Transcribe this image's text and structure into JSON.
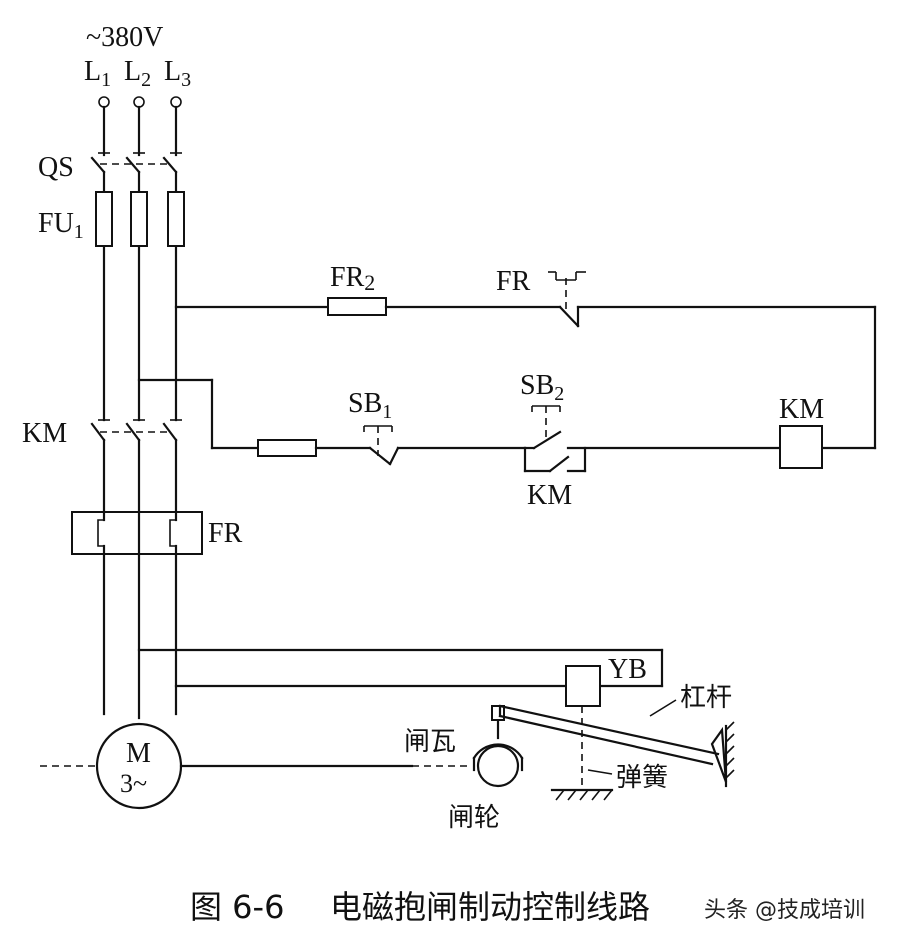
{
  "supply": {
    "voltage": "~380V",
    "phases": [
      "L",
      "L",
      "L"
    ],
    "subs": [
      "1",
      "2",
      "3"
    ]
  },
  "components": {
    "qs": "QS",
    "fu1": "FU",
    "fu1_sub": "1",
    "fr2": "FR",
    "fr2_sub": "2",
    "fr_nc": "FR",
    "sb1": "SB",
    "sb1_sub": "1",
    "sb2": "SB",
    "sb2_sub": "2",
    "km_main": "KM",
    "km_coil": "KM",
    "km_aux": "KM",
    "fr_heater": "FR",
    "yb": "YB",
    "motor_m": "M",
    "motor_phase": "3~"
  },
  "brake": {
    "lever": "杠杆",
    "shoe": "闸瓦",
    "spring": "弹簧",
    "wheel": "闸轮"
  },
  "caption": {
    "number": "图 6-6",
    "title": "电磁抱闸制动控制线路"
  },
  "watermark": "头条 @技成培训"
}
